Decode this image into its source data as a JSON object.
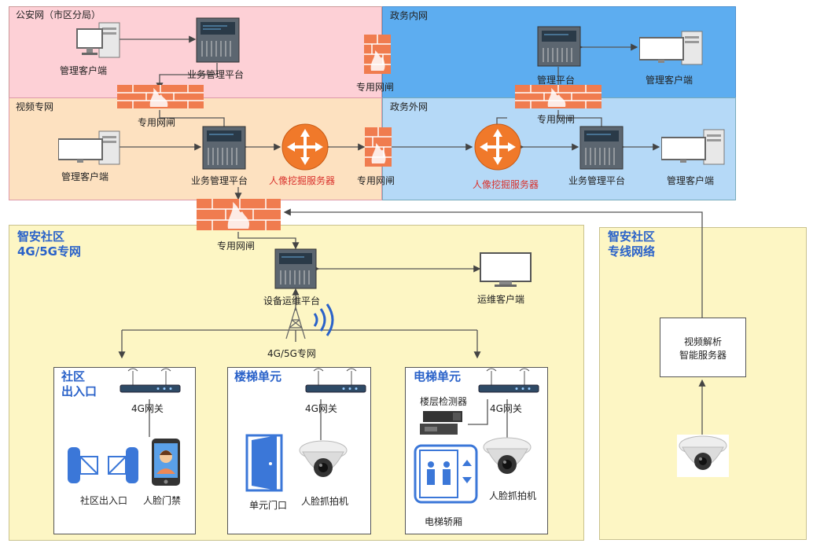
{
  "zones": {
    "public_security": "公安网（市区分局）",
    "gov_internal": "政务内网",
    "video_private": "视频专网",
    "gov_external": "政务外网",
    "community_4g_title_line1": "智安社区",
    "community_4g_title_line2": "4G/5G专网",
    "community_line_title_line1": "智安社区",
    "community_line_title_line2": "专线网络"
  },
  "labels": {
    "mgmt_client": "管理客户端",
    "business_platform": "业务管理平台",
    "gateway": "专用网闸",
    "mgmt_platform": "管理平台",
    "face_mining_server": "人像挖掘服务器",
    "device_ops_platform": "设备运维平台",
    "ops_client": "运维客户端",
    "tower": "4G/5G专网",
    "gateway_4g": "4G网关",
    "entrance_title_line1": "社区",
    "entrance_title_line2": "出入口",
    "stair_title": "楼梯单元",
    "elevator_title": "电梯单元",
    "entrance_exit": "社区出入口",
    "face_access": "人脸门禁",
    "unit_door": "单元门口",
    "face_camera": "人脸抓拍机",
    "floor_detector": "楼层检测器",
    "elevator_car": "电梯轿厢",
    "video_analysis_line1": "视频解析",
    "video_analysis_line2": "智能服务器"
  },
  "colors": {
    "pink": "#fdd0d6",
    "orange": "#fde1c0",
    "blue_dark": "#5dadf0",
    "blue_light": "#b5d9f7",
    "yellow": "#fdf6c4",
    "accent_blue": "#2a62c9",
    "router_orange": "#f0792a",
    "firewall": "#f07c4f"
  }
}
